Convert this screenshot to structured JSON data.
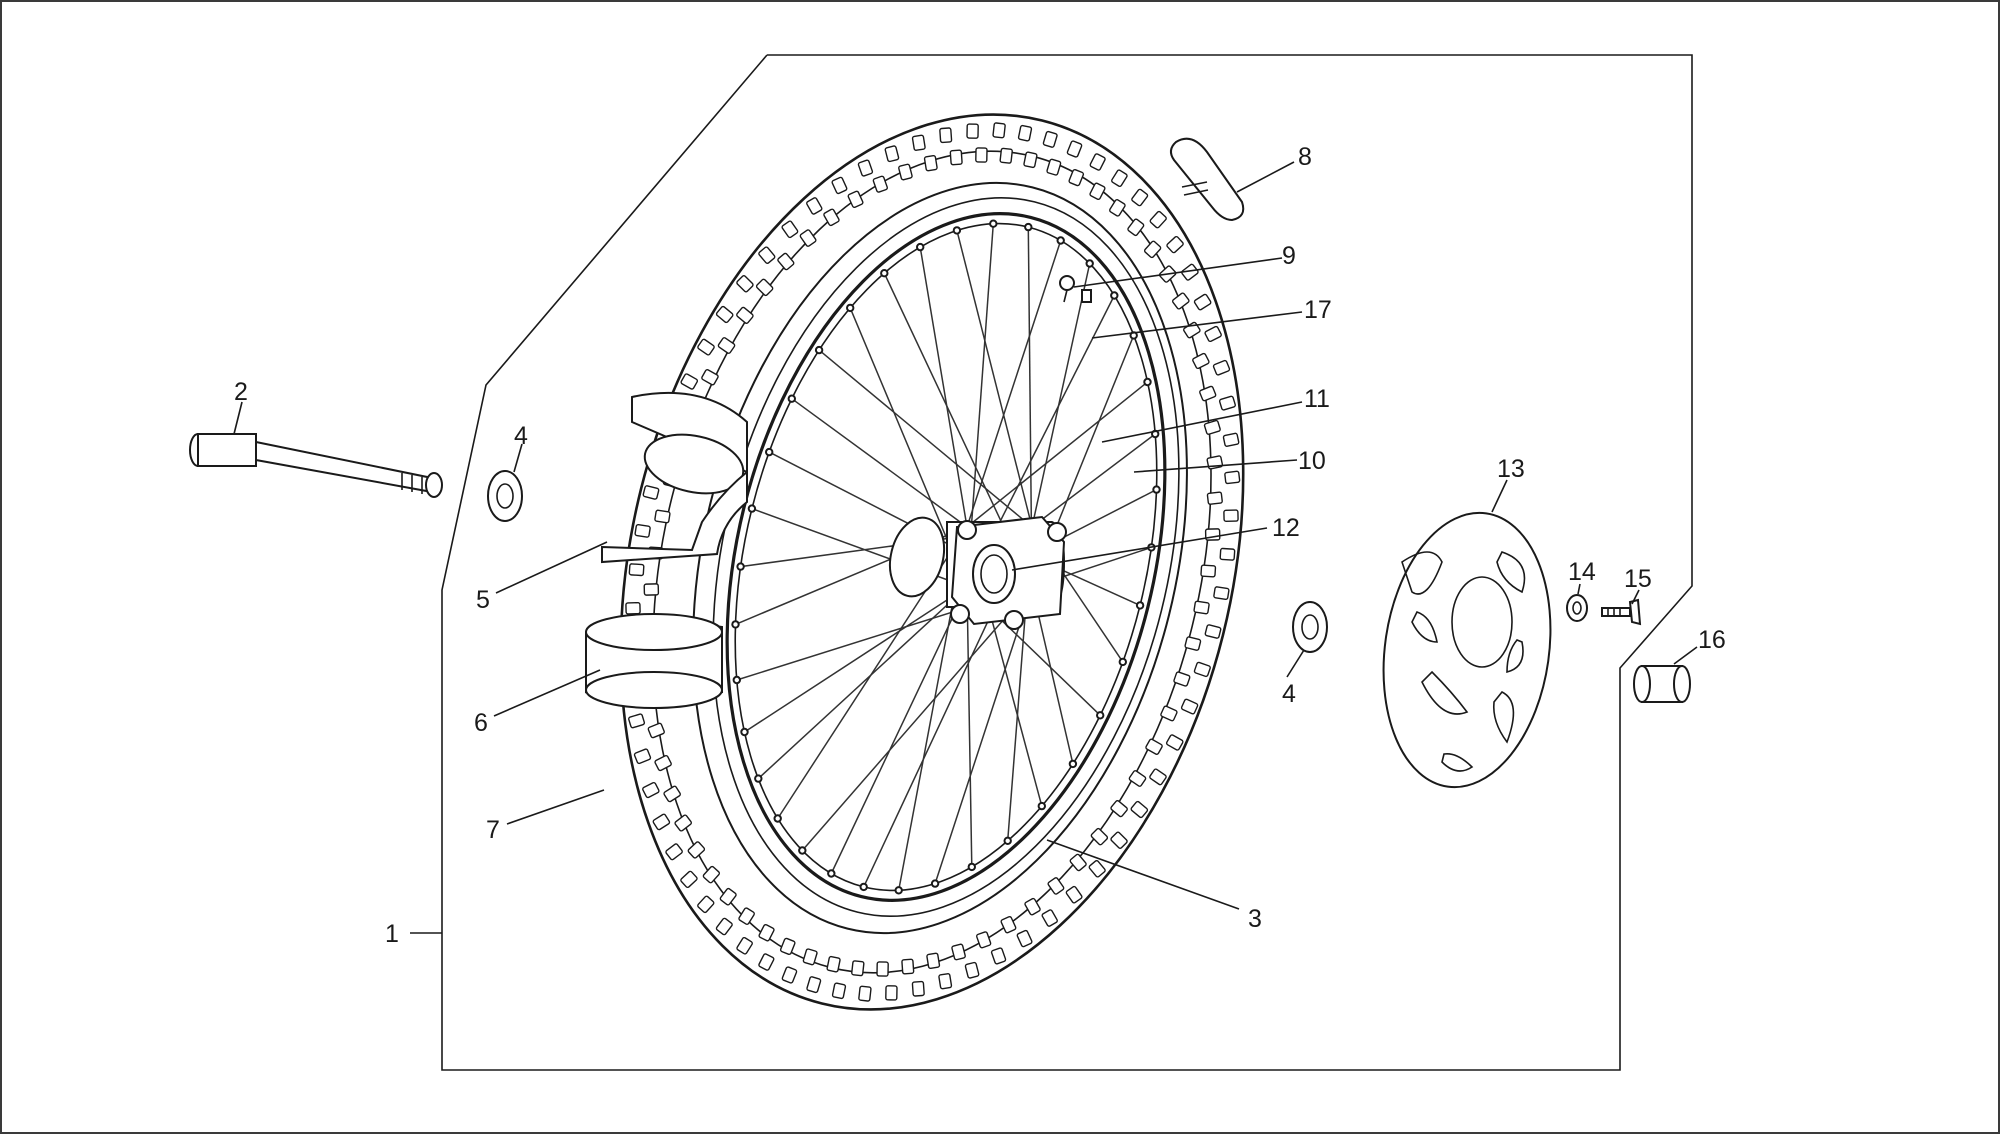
{
  "diagram": {
    "callouts": [
      {
        "id": "c1",
        "text": "1"
      },
      {
        "id": "c2",
        "text": "2"
      },
      {
        "id": "c3",
        "text": "3"
      },
      {
        "id": "c4a",
        "text": "4"
      },
      {
        "id": "c4b",
        "text": "4"
      },
      {
        "id": "c5",
        "text": "5"
      },
      {
        "id": "c6",
        "text": "6"
      },
      {
        "id": "c7",
        "text": "7"
      },
      {
        "id": "c8",
        "text": "8"
      },
      {
        "id": "c9",
        "text": "9"
      },
      {
        "id": "c10",
        "text": "10"
      },
      {
        "id": "c11",
        "text": "11"
      },
      {
        "id": "c12",
        "text": "12"
      },
      {
        "id": "c13",
        "text": "13"
      },
      {
        "id": "c14",
        "text": "14"
      },
      {
        "id": "c15",
        "text": "15"
      },
      {
        "id": "c16",
        "text": "16"
      },
      {
        "id": "c17",
        "text": "17"
      }
    ]
  }
}
